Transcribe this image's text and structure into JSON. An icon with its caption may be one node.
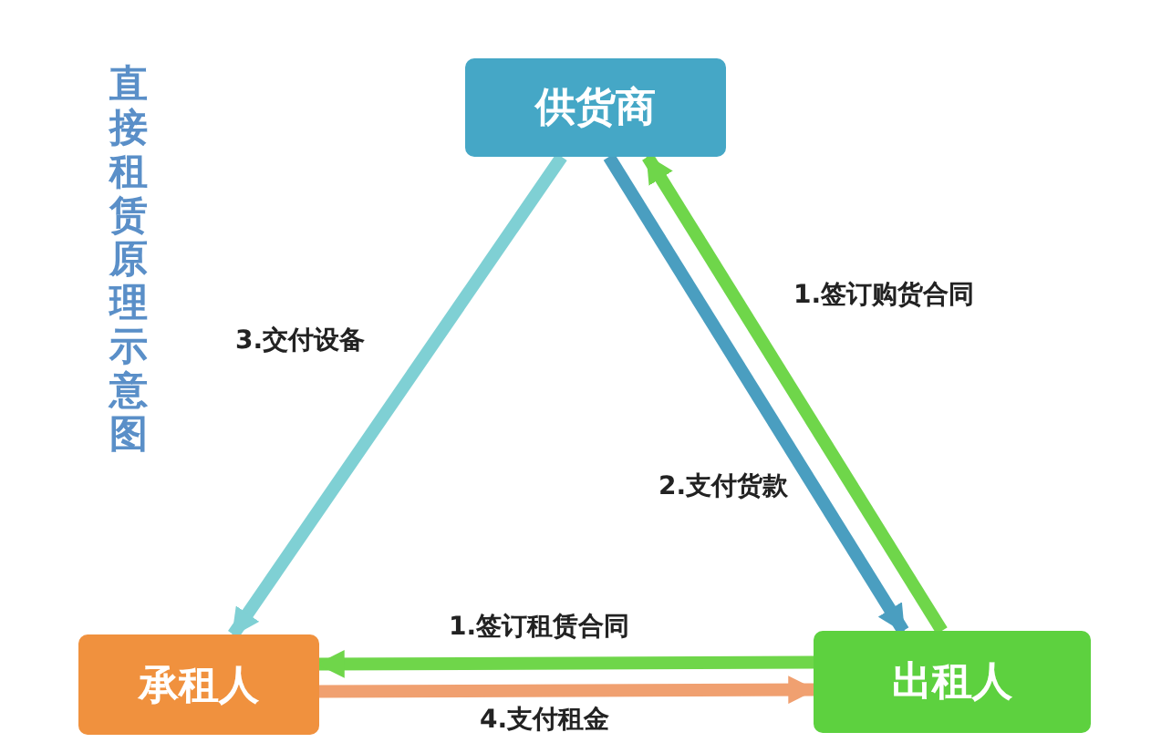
{
  "diagram": {
    "title": "直接租赁原理示意图",
    "nodes": [
      {
        "text": [
          "供货商"
        ]
      },
      {
        "text": [
          "承租人"
        ]
      },
      {
        "text": [
          "出租人"
        ]
      }
    ],
    "edges": [
      {
        "from": 0,
        "to": 1,
        "arrow": "to",
        "label": "3.交付设备",
        "color": "#7fd0d4"
      },
      {
        "from": 2,
        "to": 0,
        "arrow": "to",
        "label": "1.签订购货合同",
        "color": "#6fd64a"
      },
      {
        "from": 0,
        "to": 2,
        "arrow": "to",
        "label": "2.支付货款",
        "color": "#4a9ec0"
      },
      {
        "from": 2,
        "to": 1,
        "arrow": "to",
        "label": "1.签订租赁合同",
        "color": "#6fd64a"
      },
      {
        "from": 1,
        "to": 2,
        "arrow": "to",
        "label": "4.支付租金",
        "color": "#f0a070"
      }
    ]
  }
}
